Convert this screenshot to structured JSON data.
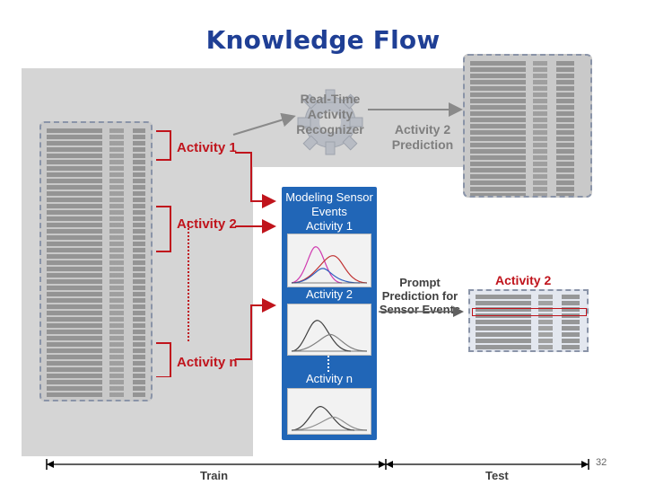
{
  "title": "Knowledge Flow",
  "recognizer": {
    "text_1": "Real-Time",
    "text_2": "Activity",
    "text_3": "Recognizer"
  },
  "prediction": {
    "text_1": "Activity 2",
    "text_2": "Prediction"
  },
  "train_labels": [
    "Activity 1",
    "Activity 2",
    "Activity n"
  ],
  "modeling": {
    "title_1": "Modeling Sensor",
    "title_2": "Events",
    "subtitles": [
      "Activity 1",
      "Activity 2",
      "Activity n"
    ]
  },
  "prompt": {
    "text_1": "Prompt",
    "text_2": "Prediction for",
    "text_3": "Sensor Events"
  },
  "test_activity_label": "Activity 2",
  "timeline": {
    "train_label": "Train",
    "test_label": "Test"
  },
  "page_number": "32",
  "colors": {
    "title": "#1f3f95",
    "accent_red": "#c0141c",
    "panel_blue": "#2166b7",
    "gray_text": "#7f7f7f"
  }
}
